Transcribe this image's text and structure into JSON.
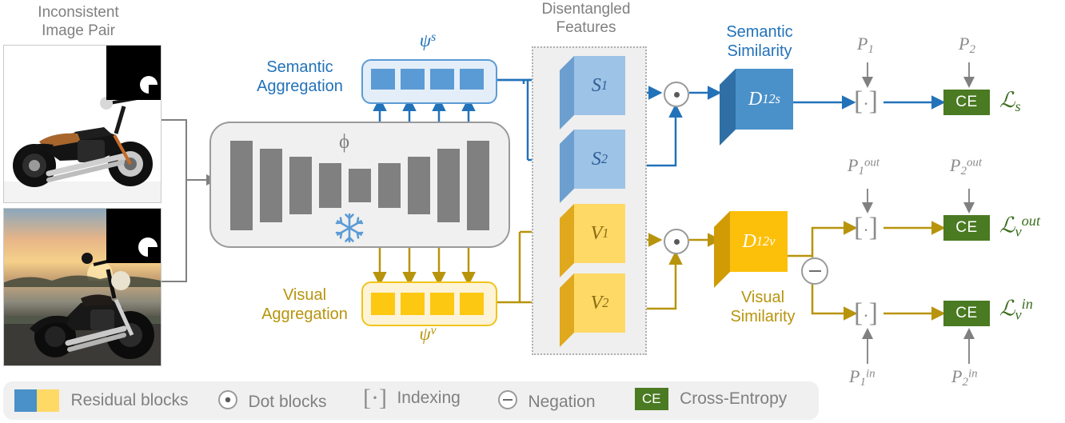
{
  "title_labels": {
    "input_pair": "Inconsistent\nImage Pair",
    "disentangled": "Disentangled\nFeatures",
    "backbone_symbol": "ϕ"
  },
  "left_images": [
    {
      "name": "image-1-studio-motorcycle",
      "caption": "",
      "inset": "clock-icon"
    },
    {
      "name": "image-2-sunset-motorcycle",
      "caption": "",
      "inset": "clock-icon"
    }
  ],
  "aggregation": {
    "semantic": {
      "label": "Semantic\nAggregation",
      "symbol": "ψ",
      "symbol_sup": "s",
      "chips": 4,
      "color": "#5b9bd5"
    },
    "visual": {
      "label": "Visual\nAggregation",
      "symbol": "ψ",
      "symbol_sup": "v",
      "chips": 4,
      "color": "#fcc812"
    }
  },
  "backbone": {
    "symbol": "ϕ",
    "frozen_icon": "snowflake-icon",
    "block_count": 9
  },
  "features": [
    {
      "name": "semantic-feature-1",
      "base": "S",
      "sub": "1",
      "color": "#9dc3e6"
    },
    {
      "name": "semantic-feature-2",
      "base": "S",
      "sub": "2",
      "color": "#9dc3e6"
    },
    {
      "name": "visual-feature-1",
      "base": "V",
      "sub": "1",
      "color": "#ffd966"
    },
    {
      "name": "visual-feature-2",
      "base": "V",
      "sub": "2",
      "color": "#ffd966"
    }
  ],
  "similarity": {
    "semantic": {
      "label": "Semantic\nSimilarity",
      "base": "D",
      "sub": "12",
      "sup": "s",
      "color": "#4a90c9"
    },
    "visual": {
      "label": "Visual\nSimilarity",
      "base": "D",
      "sub": "12",
      "sup": "v",
      "color": "#fcbf0a"
    }
  },
  "branches": [
    {
      "name": "semantic-branch",
      "p_left": "P",
      "p_left_sub": "1",
      "p_left_sup": "",
      "p_right": "P",
      "p_right_sub": "2",
      "p_right_sup": "",
      "ce_label": "CE",
      "loss_base": "ℒ",
      "loss_sub": "s",
      "loss_sup": "",
      "color": "#2272b9"
    },
    {
      "name": "visual-out-branch",
      "p_left": "P",
      "p_left_sub": "1",
      "p_left_sup": "out",
      "p_right": "P",
      "p_right_sub": "2",
      "p_right_sup": "out",
      "ce_label": "CE",
      "loss_base": "ℒ",
      "loss_sub": "v",
      "loss_sup": "out",
      "color": "#b8940d"
    },
    {
      "name": "visual-in-branch",
      "p_left": "P",
      "p_left_sub": "1",
      "p_left_sup": "in",
      "p_right": "P",
      "p_right_sub": "2",
      "p_right_sup": "in",
      "ce_label": "CE",
      "loss_base": "ℒ",
      "loss_sub": "v",
      "loss_sup": "in",
      "color": "#b8940d"
    }
  ],
  "operators": {
    "dot": "dot-product-icon",
    "negation": "negation-icon",
    "indexing_left": "[",
    "indexing_dot": "·",
    "indexing_right": "]"
  },
  "legend": {
    "items": [
      {
        "name": "legend-residual-blocks",
        "icon": "two-color-swatch",
        "label": "Residual blocks"
      },
      {
        "name": "legend-dot-blocks",
        "icon": "dot-circle-icon",
        "label": "Dot blocks"
      },
      {
        "name": "legend-indexing",
        "icon": "bracket-dot-icon",
        "label": "Indexing"
      },
      {
        "name": "legend-negation",
        "icon": "minus-circle-icon",
        "label": "Negation"
      },
      {
        "name": "legend-cross-entropy",
        "icon": "ce-box",
        "label": "Cross-Entropy"
      }
    ],
    "ce_badge": "CE"
  },
  "colors": {
    "blue": "#2272b9",
    "light_blue": "#5b9bd5",
    "gold": "#b8940d",
    "yellow": "#fcc812",
    "green": "#4a7a22",
    "gray": "#808080"
  }
}
